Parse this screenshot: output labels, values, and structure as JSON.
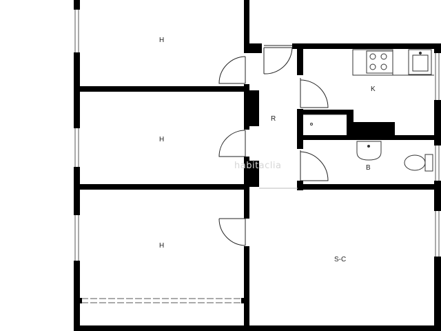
{
  "plan": {
    "rooms": [
      {
        "id": "bedroom-top",
        "label": "H"
      },
      {
        "id": "bedroom-middle",
        "label": "H"
      },
      {
        "id": "bedroom-bottom",
        "label": "H"
      },
      {
        "id": "hall",
        "label": "R"
      },
      {
        "id": "kitchen",
        "label": "K"
      },
      {
        "id": "bathroom",
        "label": "B"
      },
      {
        "id": "living-dining",
        "label": "S-C"
      }
    ],
    "watermark": "habitaclia"
  },
  "colors": {
    "wall": "#000000",
    "background": "#ffffff",
    "fixture": "#333333"
  },
  "icons": [
    "door-swing-icon",
    "window-icon",
    "stove-icon",
    "sink-icon",
    "washbasin-icon",
    "toilet-icon",
    "shower-icon"
  ]
}
